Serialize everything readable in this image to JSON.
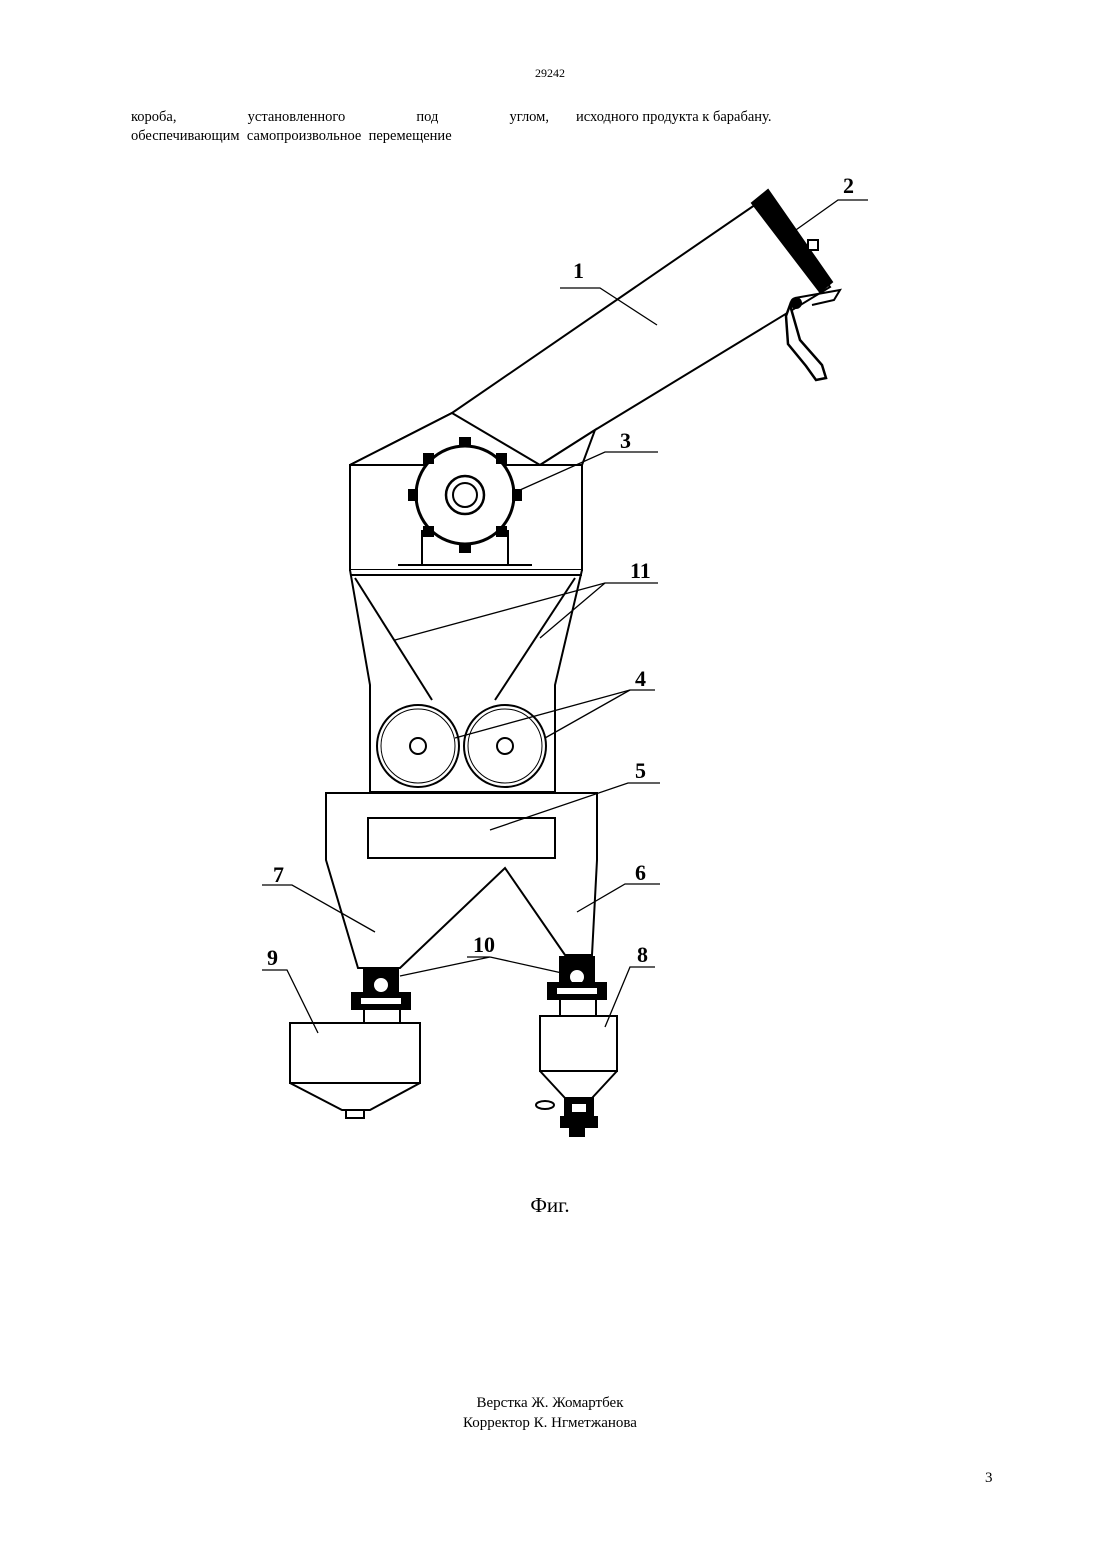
{
  "header": {
    "patent_number": "29242"
  },
  "body_text": {
    "left_column": {
      "line1_words": [
        "короба,",
        "установленного",
        "под",
        "углом,"
      ],
      "line2": "обеспечивающим  самопроизвольное  перемещение"
    },
    "right_column": {
      "line1": "исходного продукта к барабану."
    }
  },
  "figure": {
    "caption": "Фиг.",
    "labels": {
      "l1": "1",
      "l2": "2",
      "l3": "3",
      "l4": "4",
      "l5": "5",
      "l6": "6",
      "l7": "7",
      "l8": "8",
      "l9": "9",
      "l10": "10",
      "l11": "11"
    }
  },
  "footer": {
    "layout_credit": "Верстка Ж. Жомартбек",
    "proofreader_credit": "Корректор К. Нгметжанова",
    "page_number": "3"
  }
}
